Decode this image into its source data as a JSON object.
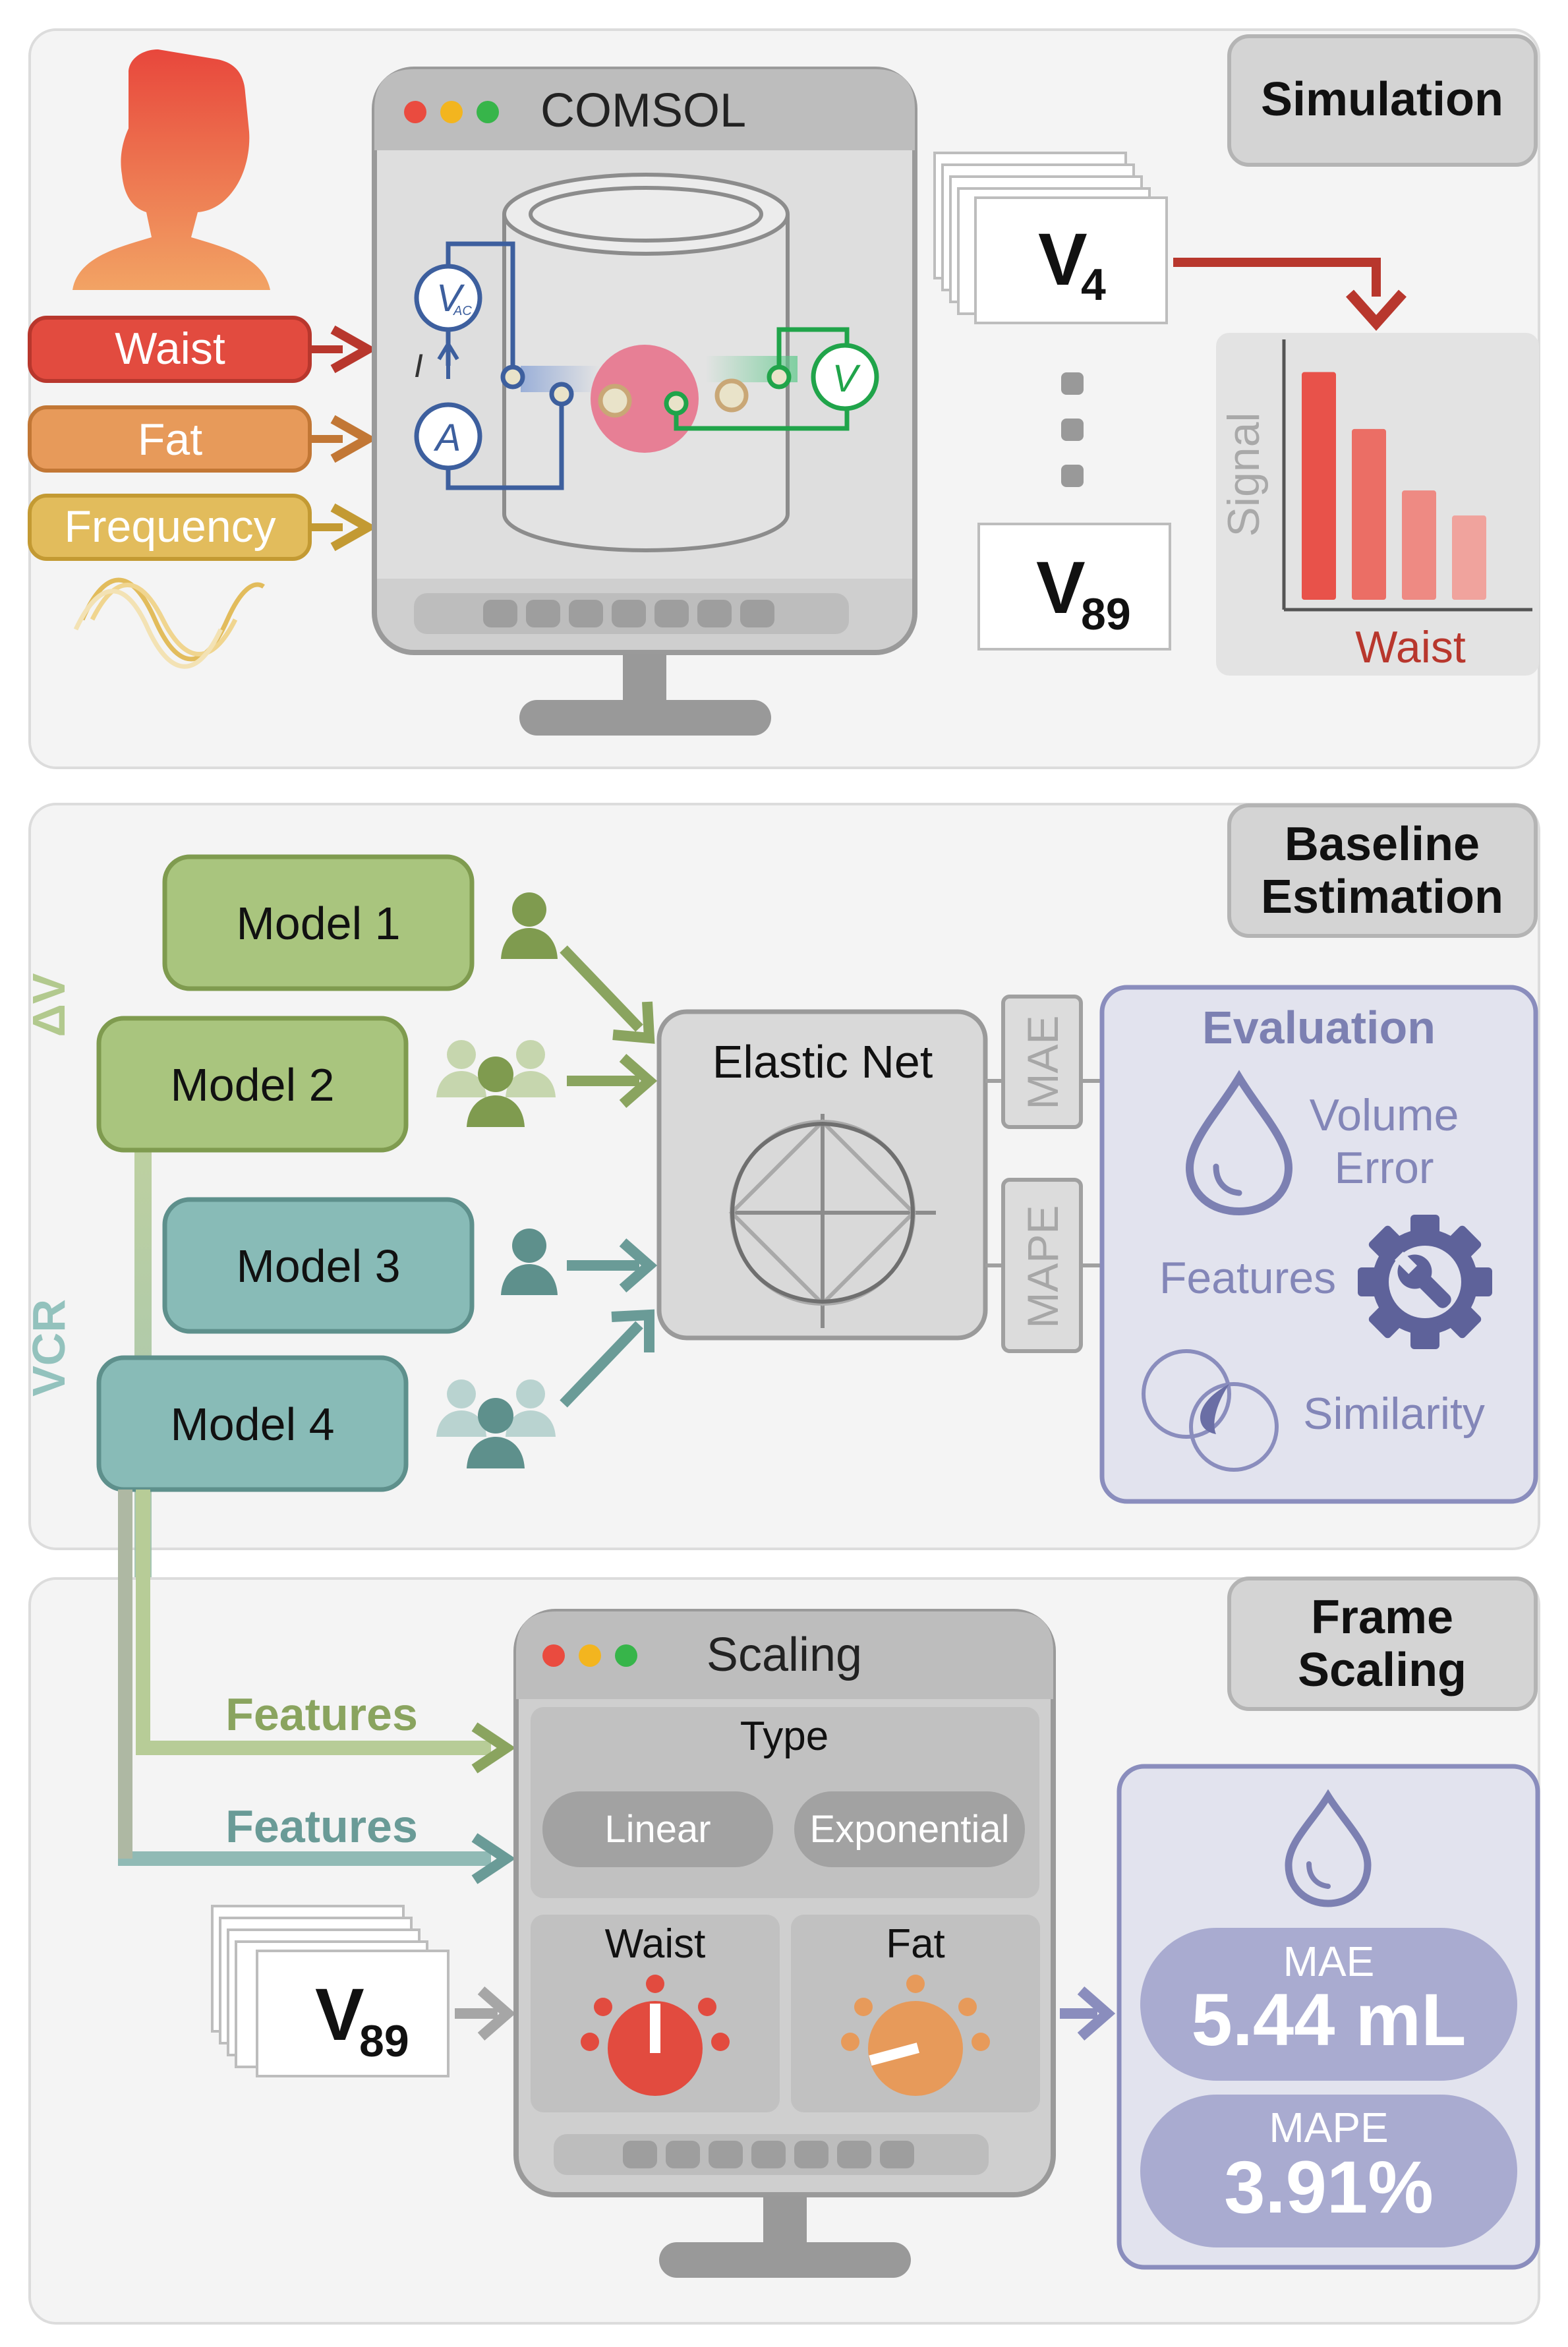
{
  "simulation": {
    "section_title": "Simulation",
    "inputs": [
      "Waist",
      "Fat",
      "Frequency"
    ],
    "window_title": "COMSOL",
    "circuit": {
      "vac": "V",
      "vac_sub": "AC",
      "current": "I",
      "ammeter": "A",
      "voltmeter": "V"
    },
    "stack_top_label": "V",
    "stack_top_sub": "4",
    "stack_bottom_label": "V",
    "stack_bottom_sub": "89",
    "chart_ylabel": "Signal",
    "chart_xlabel": "Waist"
  },
  "baseline": {
    "section_title_line1": "Baseline",
    "section_title_line2": "Estimation",
    "group_dv": "ΔV",
    "group_vcr": "VCR",
    "models": [
      "Model 1",
      "Model 2",
      "Model 3",
      "Model 4"
    ],
    "elastic_net": "Elastic Net",
    "mae_tab": "MAE",
    "mape_tab": "MAPE",
    "evaluation_title": "Evaluation",
    "volume_error_line1": "Volume",
    "volume_error_line2": "Error",
    "features": "Features",
    "similarity": "Similarity"
  },
  "frame_scaling": {
    "section_title_line1": "Frame",
    "section_title_line2": "Scaling",
    "features_1": "Features",
    "features_2": "Features",
    "window_title": "Scaling",
    "type_label": "Type",
    "linear": "Linear",
    "exponential": "Exponential",
    "waist": "Waist",
    "fat": "Fat",
    "stack_label": "V",
    "stack_sub": "89",
    "mae_label": "MAE",
    "mae_value": "5.44 mL",
    "mape_label": "MAPE",
    "mape_value": "3.91%"
  },
  "chart_data": {
    "type": "bar",
    "categories": [
      "",
      "",
      "",
      ""
    ],
    "values": [
      1.0,
      0.75,
      0.48,
      0.37
    ],
    "xlabel": "Waist",
    "ylabel": "Signal",
    "ylim": [
      0,
      1.1
    ],
    "colors": [
      "#e8524a",
      "#eb6e65",
      "#ee8a83",
      "#f0a39d"
    ]
  },
  "colors": {
    "waist": "#e24b3f",
    "fat": "#e79a5a",
    "frequency": "#e2bc5c",
    "green_model": "#a9c57e",
    "teal_model": "#88bbb7",
    "eval_purple": "#7c80b2",
    "result_fill": "#a9abd0"
  }
}
